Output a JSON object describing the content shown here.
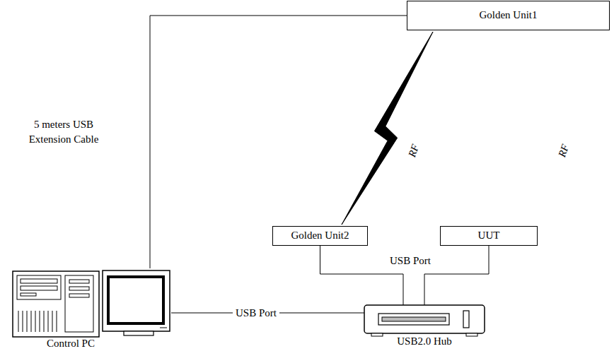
{
  "diagram": {
    "nodes": [
      {
        "text": [
          "Golden Unit1"
        ]
      },
      {
        "text": [
          "Golden Unit2"
        ]
      },
      {
        "text": [
          "UUT"
        ]
      },
      {
        "text": [
          "USB2.0 Hub"
        ]
      },
      {
        "text": [
          "Control PC"
        ]
      }
    ],
    "edges": [
      {
        "from": 4,
        "to": 0,
        "label": "5 meters USB Extension Cable",
        "arrow": "none"
      },
      {
        "from": 4,
        "to": 3,
        "label": "USB Port",
        "arrow": "none"
      },
      {
        "from": 3,
        "to": 1,
        "label": "USB Port",
        "arrow": "none"
      },
      {
        "from": 3,
        "to": 2,
        "arrow": "none"
      },
      {
        "from": 0,
        "to": 1,
        "label": "RF",
        "arrow": "none"
      }
    ],
    "labels": [
      "RF"
    ]
  }
}
